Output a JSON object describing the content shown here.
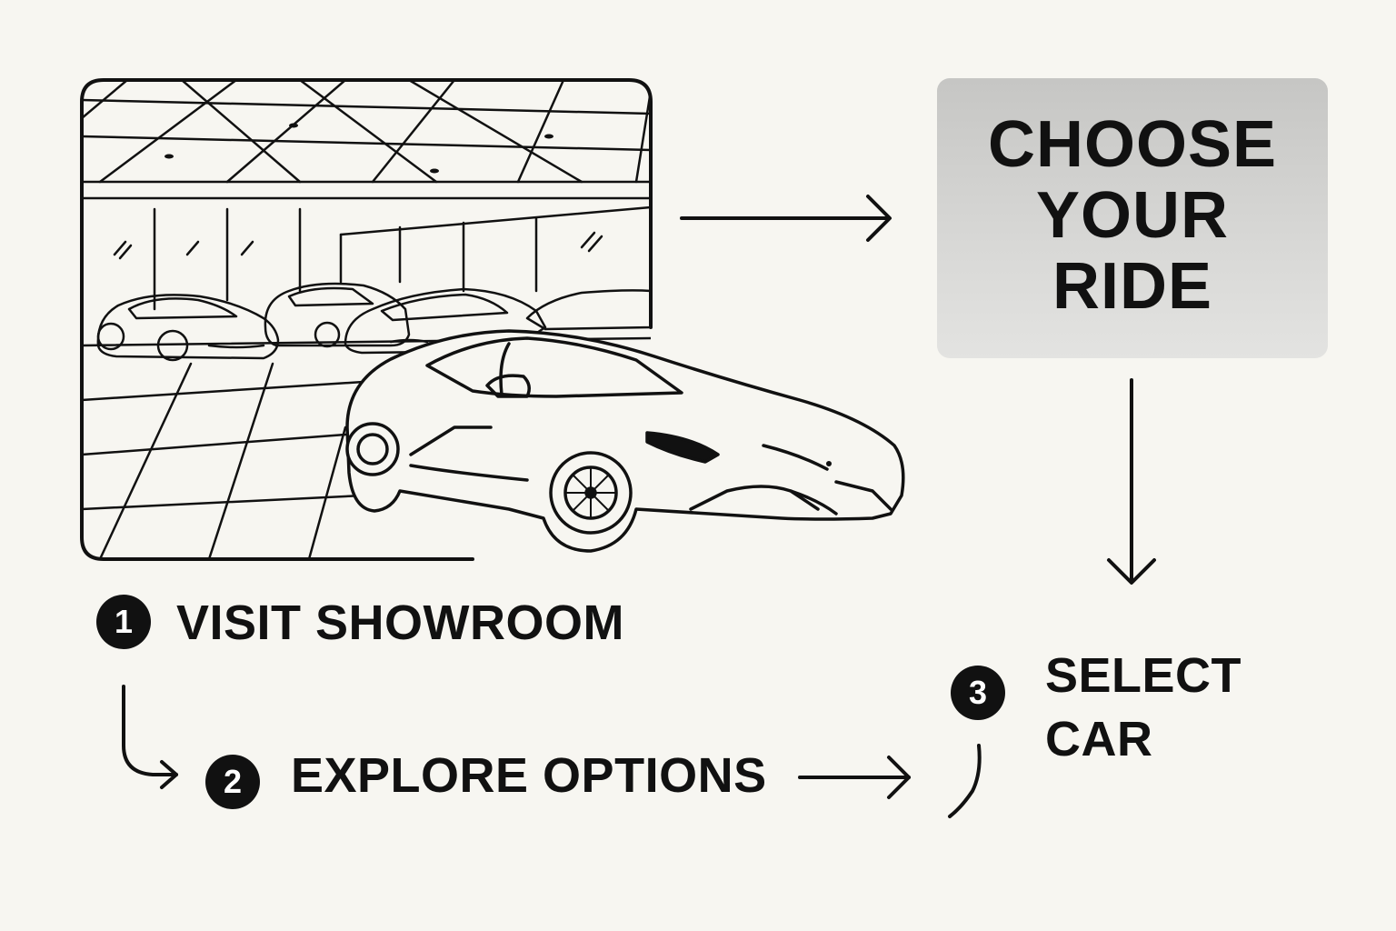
{
  "title": {
    "line1": "CHOOSE",
    "line2": "YOUR",
    "line3": "RIDE"
  },
  "steps": [
    {
      "number": "1",
      "label": "VISIT SHOWROOM"
    },
    {
      "number": "2",
      "label": "EXPLORE OPTIONS"
    },
    {
      "number": "3",
      "label_line1": "SELECT",
      "label_line2": "CAR"
    }
  ],
  "illustration": {
    "subject": "showroom-with-sports-cars"
  },
  "colors": {
    "background": "#f7f6f1",
    "ink": "#111111",
    "title_box": "#d2d2d0"
  }
}
